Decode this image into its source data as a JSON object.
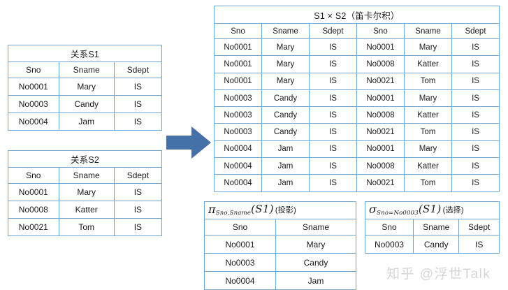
{
  "figure": {
    "watermark": "知乎 @浮世Talk",
    "arrow_color": "#4472a8",
    "table_border_color": "#6fa8d6"
  },
  "relation_s1": {
    "caption": "关系S1",
    "columns": [
      "Sno",
      "Sname",
      "Sdept"
    ],
    "rows": [
      [
        "No0001",
        "Mary",
        "IS"
      ],
      [
        "No0003",
        "Candy",
        "IS"
      ],
      [
        "No0004",
        "Jam",
        "IS"
      ]
    ]
  },
  "relation_s2": {
    "caption": "关系S2",
    "columns": [
      "Sno",
      "Sname",
      "Sdept"
    ],
    "rows": [
      [
        "No0001",
        "Mary",
        "IS"
      ],
      [
        "No0008",
        "Katter",
        "IS"
      ],
      [
        "No0021",
        "Tom",
        "IS"
      ]
    ]
  },
  "cartesian_product": {
    "caption": "S1 × S2（笛卡尔积）",
    "columns": [
      "Sno",
      "Sname",
      "Sdept",
      "Sno",
      "Sname",
      "Sdept"
    ],
    "rows": [
      [
        "No0001",
        "Mary",
        "IS",
        "No0001",
        "Mary",
        "IS"
      ],
      [
        "No0001",
        "Mary",
        "IS",
        "No0008",
        "Katter",
        "IS"
      ],
      [
        "No0001",
        "Mary",
        "IS",
        "No0021",
        "Tom",
        "IS"
      ],
      [
        "No0003",
        "Candy",
        "IS",
        "No0001",
        "Mary",
        "IS"
      ],
      [
        "No0003",
        "Candy",
        "IS",
        "No0008",
        "Katter",
        "IS"
      ],
      [
        "No0003",
        "Candy",
        "IS",
        "No0021",
        "Tom",
        "IS"
      ],
      [
        "No0004",
        "Jam",
        "IS",
        "No0001",
        "Mary",
        "IS"
      ],
      [
        "No0004",
        "Jam",
        "IS",
        "No0008",
        "Katter",
        "IS"
      ],
      [
        "No0004",
        "Jam",
        "IS",
        "No0021",
        "Tom",
        "IS"
      ]
    ]
  },
  "projection": {
    "operator": "π",
    "subscript": "Sno,Sname",
    "argument": "(S1)",
    "annotation": "(投影)",
    "columns": [
      "Sno",
      "Sname"
    ],
    "rows": [
      [
        "No0001",
        "Mary"
      ],
      [
        "No0003",
        "Candy"
      ],
      [
        "No0004",
        "Jam"
      ]
    ]
  },
  "selection": {
    "operator": "σ",
    "subscript": "Sno=No0003",
    "argument": "(S1)",
    "annotation": "(选择)",
    "columns": [
      "Sno",
      "Sname",
      "Sdept"
    ],
    "rows": [
      [
        "No0003",
        "Candy",
        "IS"
      ]
    ]
  }
}
